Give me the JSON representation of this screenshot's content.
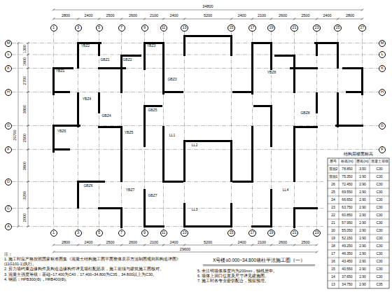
{
  "diagram": {
    "title": "X号楼±0.000~34.800墙柱平法施工图（一）",
    "nodes": [
      {
        "text": [
          "1"
        ]
      },
      {
        "text": [
          "3"
        ]
      },
      {
        "text": [
          "5"
        ]
      },
      {
        "text": [
          "7"
        ]
      },
      {
        "text": [
          "9"
        ]
      },
      {
        "text": [
          "11"
        ]
      },
      {
        "text": [
          "13"
        ]
      },
      {
        "text": [
          "15"
        ]
      },
      {
        "text": [
          "17"
        ]
      },
      {
        "text": [
          "19"
        ]
      },
      {
        "text": [
          "21"
        ]
      },
      {
        "text": [
          "23"
        ]
      },
      {
        "text": [
          "25"
        ]
      },
      {
        "text": [
          "27"
        ]
      },
      {
        "text": [
          "1"
        ]
      },
      {
        "text": [
          "3"
        ]
      },
      {
        "text": [
          "5"
        ]
      },
      {
        "text": [
          "7"
        ]
      },
      {
        "text": [
          "9"
        ]
      },
      {
        "text": [
          "11"
        ]
      },
      {
        "text": [
          "13"
        ]
      },
      {
        "text": [
          "15"
        ]
      },
      {
        "text": [
          "17"
        ]
      },
      {
        "text": [
          "19"
        ]
      },
      {
        "text": [
          "21"
        ]
      },
      {
        "text": [
          "23"
        ]
      },
      {
        "text": [
          "M"
        ]
      },
      {
        "text": [
          "L"
        ]
      },
      {
        "text": [
          "K"
        ]
      },
      {
        "text": [
          "H"
        ]
      },
      {
        "text": [
          "G"
        ]
      },
      {
        "text": [
          "F"
        ]
      },
      {
        "text": [
          "D"
        ]
      },
      {
        "text": [
          "C"
        ]
      },
      {
        "text": [
          "A"
        ]
      },
      {
        "text": [
          "M"
        ]
      },
      {
        "text": [
          "L"
        ]
      },
      {
        "text": [
          "K"
        ]
      },
      {
        "text": [
          "H"
        ]
      },
      {
        "text": [
          "G"
        ]
      },
      {
        "text": [
          "F"
        ]
      }
    ],
    "labels": [
      "34800",
      "2800",
      "2400",
      "2500",
      "2600",
      "2100",
      "2400",
      "5200",
      "2400",
      "2100",
      "2600",
      "2500",
      "2400",
      "2800",
      "29600",
      "2800",
      "2400",
      "2500",
      "2600",
      "2100",
      "2400",
      "5200",
      "2400",
      "2100",
      "2600",
      "2500",
      "20700",
      "1300",
      "1600",
      "2700",
      "3800",
      "2500",
      "3600",
      "3200",
      "2000",
      "YBZ1",
      "YBZ2",
      "GBZ1",
      "GBZ2",
      "YBZ3",
      "GBZ3",
      "YBZ4",
      "GBZ4",
      "YBZ5",
      "GBZ5",
      "LL1",
      "LL2",
      "YBZ6",
      "GBZ6",
      "YBZ7",
      "GBZ7",
      "LL3",
      "YBZ8",
      "GBZ8",
      "LL4",
      "注：",
      "1. 施工时应严格按照国家标准图集《混凝土结构施工图平面整体表示方法制图规则和构造详图》(11G101-1)执行。",
      "2. 剪力墙约束边缘构件及构造边缘构件详见墙柱配筋表，施工前须与建筑施工图核对。",
      "3. 混凝土强度等级：基础~17.400为C40，17.400~34.800为C35，34.800以上为C30。",
      "4. 钢筋：HPB300(Φ)，HRB400(Φ)。",
      "5. 未注明墙体厚度均为200mm，轴线居中。",
      "6. 墙体上洞口位置及尺寸详见建施图。",
      "7. 施工时各专业密切配合，预留预埋。",
      "结构层楼面标高",
      "层号",
      "标高(m)",
      "层高(m)",
      "混凝土等级",
      "屋面2",
      "78.850",
      "3.50",
      "C30",
      "屋面1",
      "75.350",
      "2.90",
      "C30",
      "26",
      "72.450",
      "2.90",
      "C30",
      "25",
      "69.550",
      "2.90",
      "C30",
      "24",
      "66.650",
      "2.90",
      "C30",
      "23",
      "63.750",
      "2.90",
      "C30",
      "22",
      "60.850",
      "2.90",
      "C30",
      "21",
      "57.950",
      "2.90",
      "C30",
      "20",
      "55.050",
      "2.90",
      "C30",
      "19",
      "52.150",
      "2.90",
      "C30",
      "18",
      "49.250",
      "2.90",
      "C30",
      "17",
      "46.350",
      "2.90",
      "C30",
      "16",
      "43.450",
      "2.90",
      "C30",
      "15",
      "40.550",
      "2.90",
      "C30",
      "14",
      "37.650",
      "2.90",
      "C30",
      "13",
      "34.750",
      "2.90",
      "C35"
    ]
  }
}
